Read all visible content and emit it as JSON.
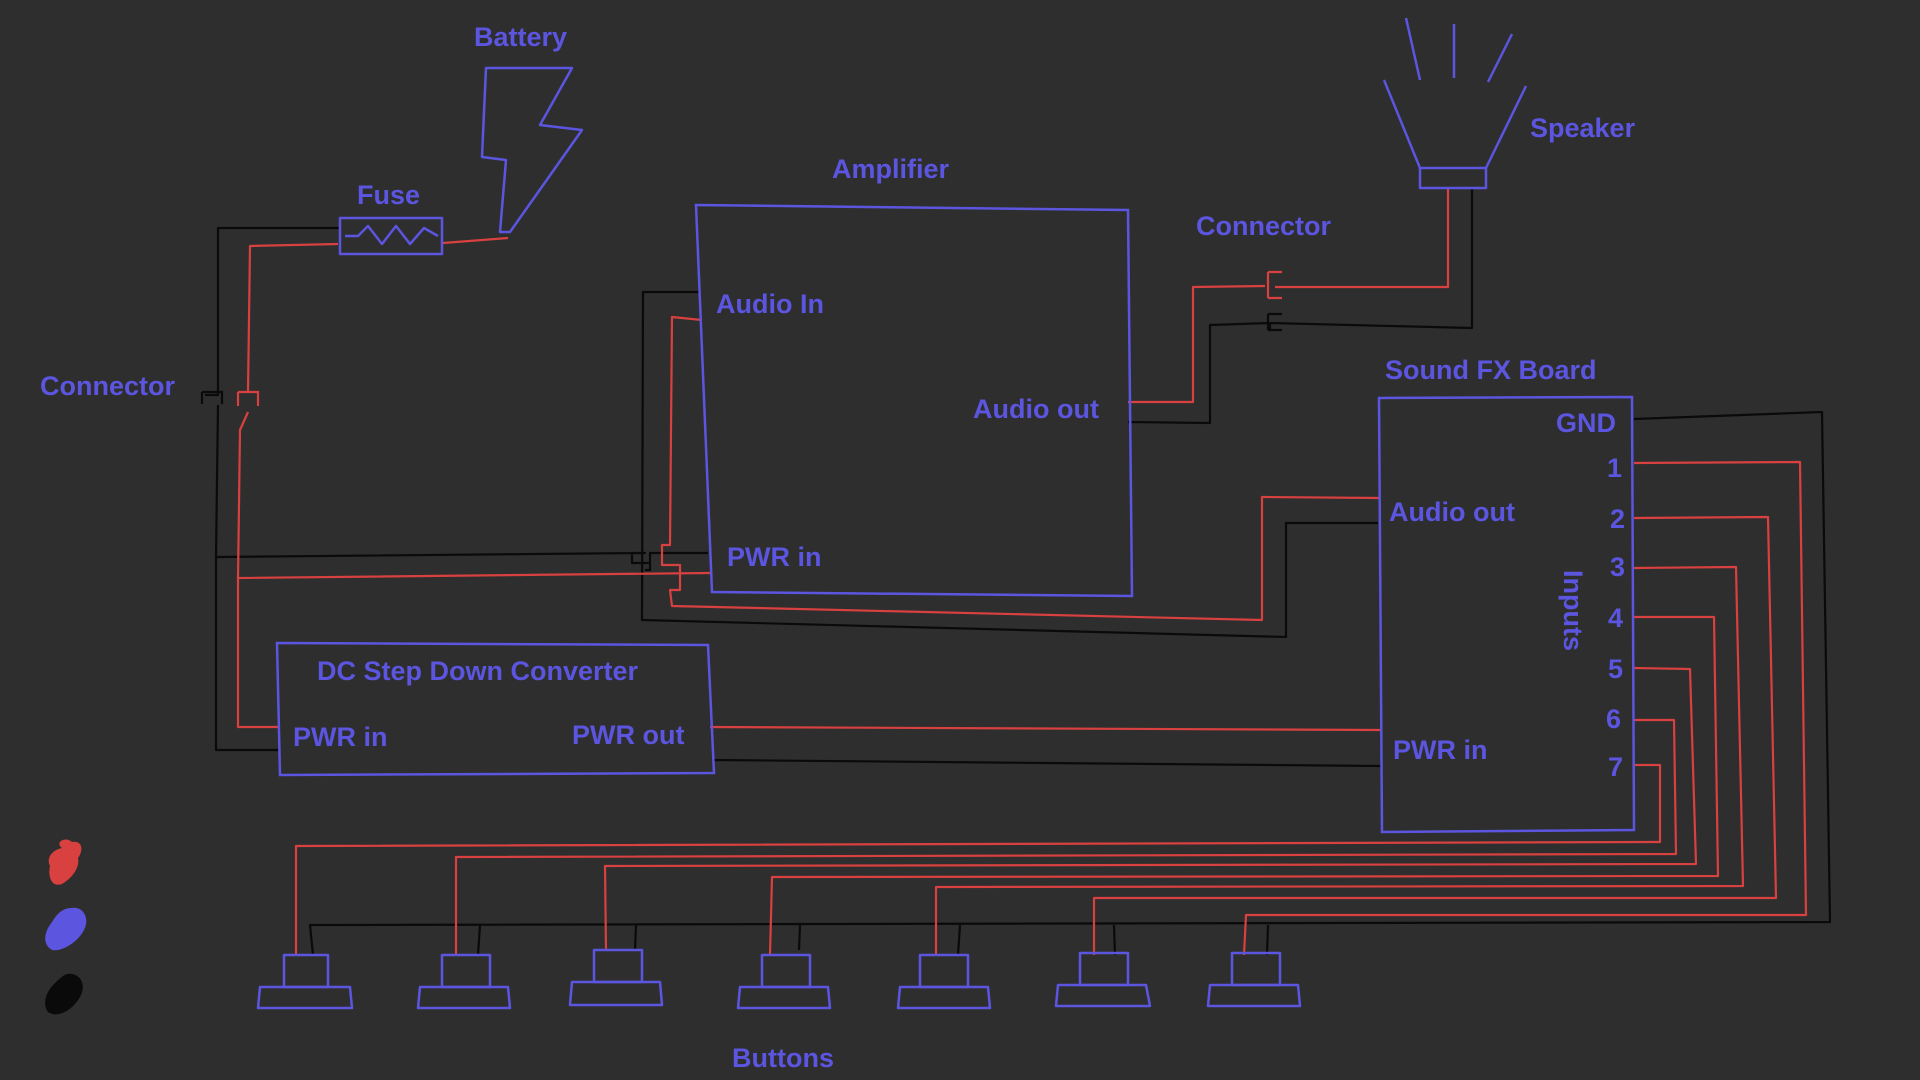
{
  "labels": {
    "battery": "Battery",
    "fuse": "Fuse",
    "amplifier": "Amplifier",
    "connector_top": "Connector",
    "speaker": "Speaker",
    "connector_left": "Connector",
    "sound_fx_board": "Sound FX Board",
    "amp_audio_in": "Audio In",
    "amp_audio_out": "Audio out",
    "amp_pwr_in": "PWR in",
    "fx_gnd": "GND",
    "fx_audio_out": "Audio out",
    "fx_pwr_in": "PWR in",
    "fx_inputs": "Inputs",
    "dc_converter": "DC Step Down Converter",
    "dc_pwr_in": "PWR in",
    "dc_pwr_out": "PWR out",
    "buttons": "Buttons"
  },
  "fx_input_numbers": [
    "1",
    "2",
    "3",
    "4",
    "5",
    "6",
    "7"
  ],
  "colors": {
    "background": "#2e2e2e",
    "component": "#5b55e0",
    "positive_wire": "#d8413f",
    "ground_wire": "#0a0a0a"
  },
  "legend": [
    {
      "name": "red-swatch",
      "color": "#d8413f"
    },
    {
      "name": "blue-swatch",
      "color": "#5b55e0"
    },
    {
      "name": "black-swatch",
      "color": "#0a0a0a"
    }
  ]
}
